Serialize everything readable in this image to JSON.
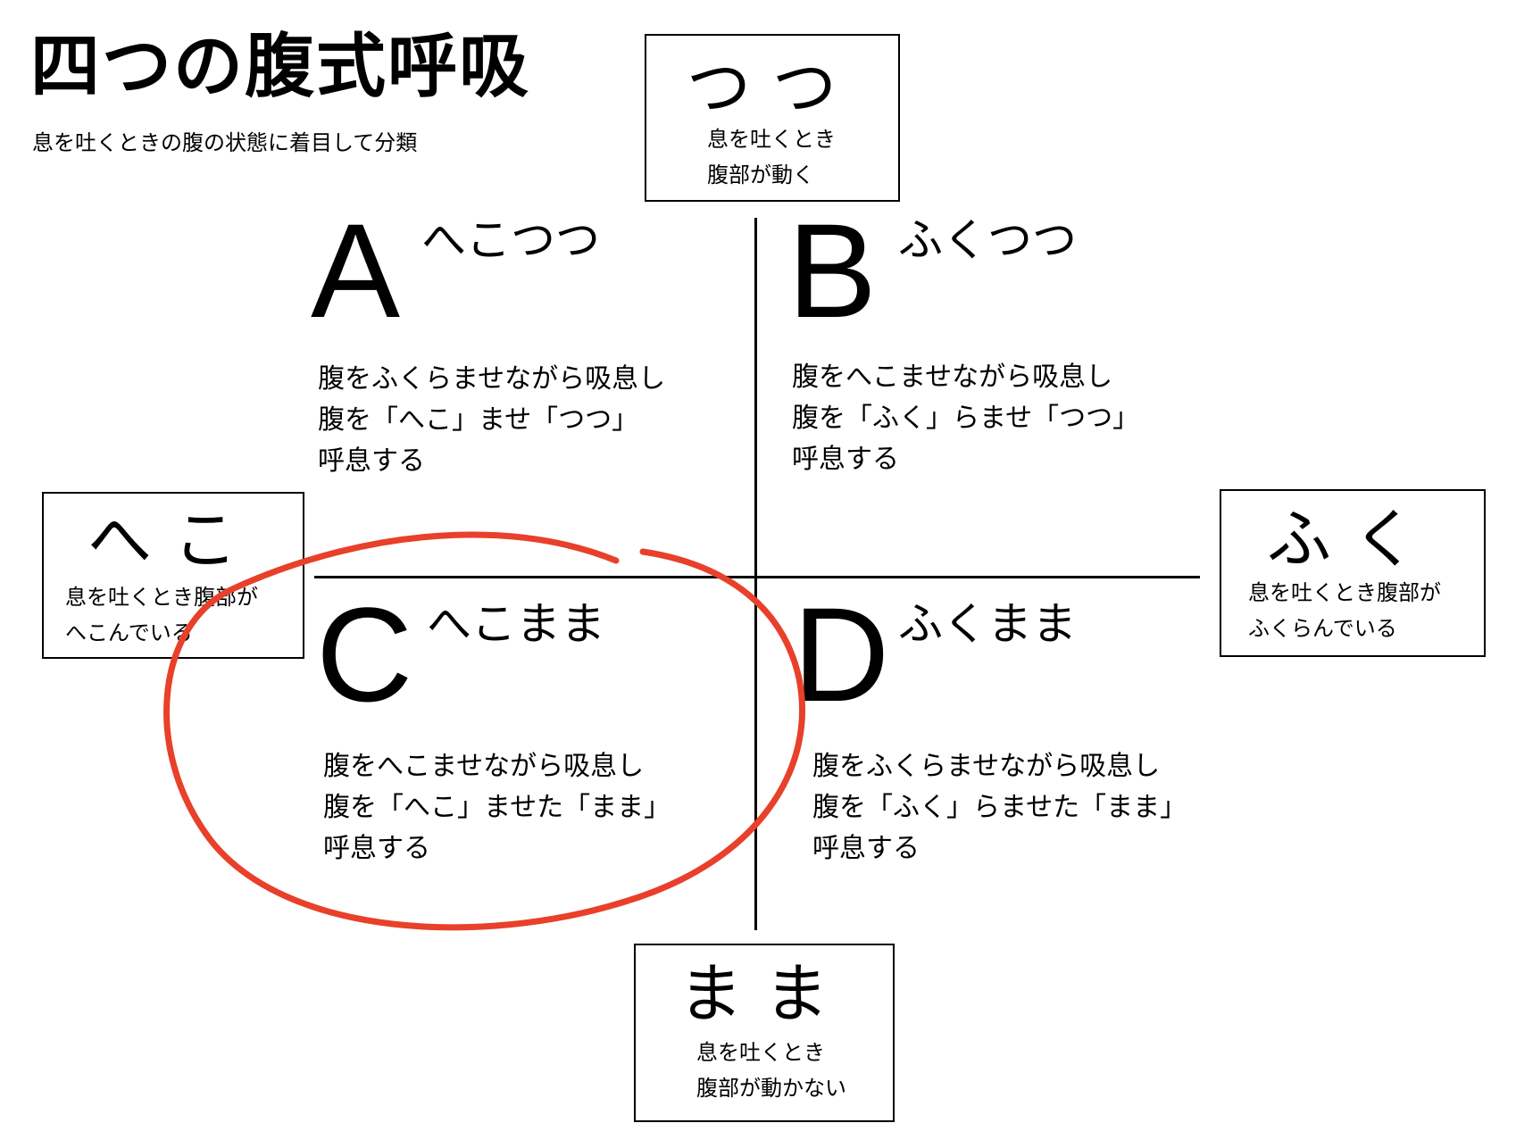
{
  "title": "四つの腹式呼吸",
  "subtitle": "息を吐くときの腹の状態に着目して分類",
  "colors": {
    "circle": "#e8402a",
    "line": "#000000"
  },
  "boxes": {
    "top": {
      "big": "つつ",
      "lines": [
        "息を吐くとき",
        "腹部が動く"
      ]
    },
    "left": {
      "big": "へこ",
      "lines": [
        "息を吐くとき腹部が",
        "へこんでいる"
      ]
    },
    "right": {
      "big": "ふく",
      "lines": [
        "息を吐くとき腹部が",
        "ふくらんでいる"
      ]
    },
    "bottom": {
      "big": "まま",
      "lines": [
        "息を吐くとき",
        "腹部が動かない"
      ]
    }
  },
  "quadrants": {
    "A": {
      "letter": "A",
      "name": "へこつつ",
      "lines": [
        "腹をふくらませながら吸息し",
        "腹を「へこ」ませ「つつ」",
        "呼息する"
      ]
    },
    "B": {
      "letter": "B",
      "name": "ふくつつ",
      "lines": [
        "腹をへこませながら吸息し",
        "腹を「ふく」らませ「つつ」",
        "呼息する"
      ]
    },
    "C": {
      "letter": "C",
      "name": "へこまま",
      "lines": [
        "腹をへこませながら吸息し",
        "腹を「へこ」ませた「まま」",
        "呼息する"
      ]
    },
    "D": {
      "letter": "D",
      "name": "ふくまま",
      "lines": [
        "腹をふくらませながら吸息し",
        "腹を「ふく」らませた「まま」",
        "呼息する"
      ]
    }
  }
}
